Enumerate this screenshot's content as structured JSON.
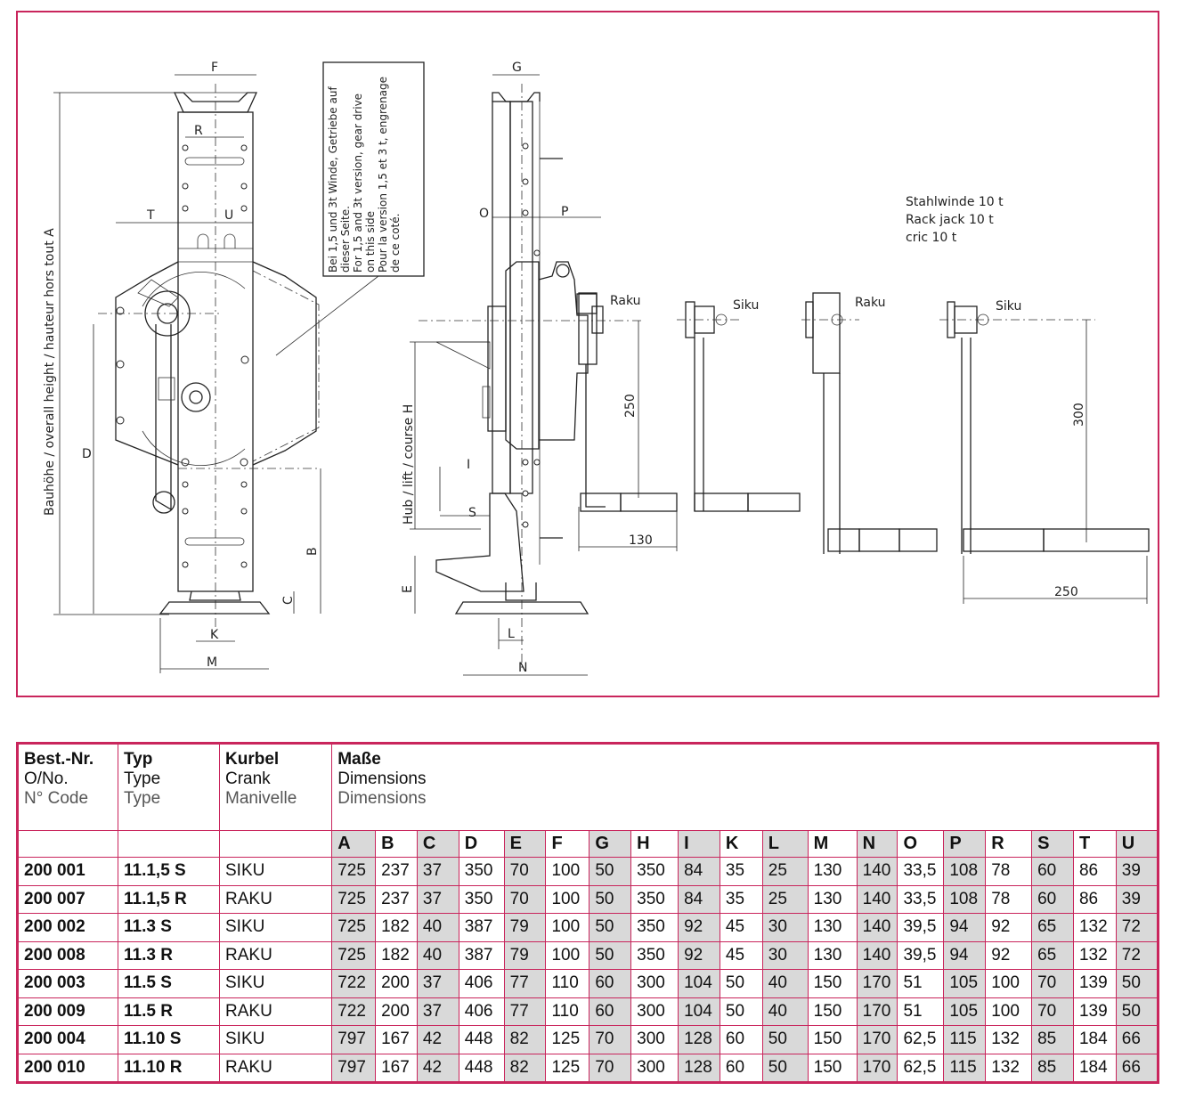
{
  "drawing": {
    "dimension_letters": {
      "A": "A",
      "B": "B",
      "C": "C",
      "D": "D",
      "E": "E",
      "F": "F",
      "G": "G",
      "H": "H",
      "I": "I",
      "K": "K",
      "L": "L",
      "M": "M",
      "N": "N",
      "O": "O",
      "P": "P",
      "R": "R",
      "S": "S",
      "T": "T",
      "U": "U"
    },
    "overall_height_label": "Bauhöhe / overall height / hauteur hors tout A",
    "lift_label": "Hub / lift / course H",
    "note_lines": [
      "Bei 1,5 und 3t Winde, Getriebe auf",
      "dieser Seite.",
      "For 1,5 and 3t version, gear drive",
      "on this side",
      "Pour la version 1,5 et 3 t, engrenage",
      "de ce coté."
    ],
    "jack_name_lines": [
      "Stahlwinde 10 t",
      "Rack jack 10 t",
      "cric 10 t"
    ],
    "crank_labels": [
      "Raku",
      "Siku",
      "Raku",
      "Siku"
    ],
    "dims": {
      "d250a": "250",
      "d130": "130",
      "d300": "300",
      "d250b": "250"
    }
  },
  "table": {
    "headers": {
      "order_no": [
        "Best.-Nr.",
        "O/No.",
        "N° Code"
      ],
      "type": [
        "Typ",
        "Type",
        "Type"
      ],
      "crank": [
        "Kurbel",
        "Crank",
        "Manivelle"
      ],
      "dimensions": [
        "Maße",
        "Dimensions",
        "Dimensions"
      ]
    },
    "dimension_columns": [
      "A",
      "B",
      "C",
      "D",
      "E",
      "F",
      "G",
      "H",
      "I",
      "K",
      "L",
      "M",
      "N",
      "O",
      "P",
      "R",
      "S",
      "T",
      "U"
    ],
    "rows": [
      {
        "order_no": "200 001",
        "type": "11.1,5 S",
        "crank": "SIKU",
        "values": [
          "725",
          "237",
          "37",
          "350",
          "70",
          "100",
          "50",
          "350",
          "84",
          "35",
          "25",
          "130",
          "140",
          "33,5",
          "108",
          "78",
          "60",
          "86",
          "39"
        ]
      },
      {
        "order_no": "200 007",
        "type": "11.1,5 R",
        "crank": "RAKU",
        "values": [
          "725",
          "237",
          "37",
          "350",
          "70",
          "100",
          "50",
          "350",
          "84",
          "35",
          "25",
          "130",
          "140",
          "33,5",
          "108",
          "78",
          "60",
          "86",
          "39"
        ]
      },
      {
        "order_no": "200 002",
        "type": "11.3 S",
        "crank": "SIKU",
        "values": [
          "725",
          "182",
          "40",
          "387",
          "79",
          "100",
          "50",
          "350",
          "92",
          "45",
          "30",
          "130",
          "140",
          "39,5",
          "94",
          "92",
          "65",
          "132",
          "72"
        ]
      },
      {
        "order_no": "200 008",
        "type": "11.3 R",
        "crank": "RAKU",
        "values": [
          "725",
          "182",
          "40",
          "387",
          "79",
          "100",
          "50",
          "350",
          "92",
          "45",
          "30",
          "130",
          "140",
          "39,5",
          "94",
          "92",
          "65",
          "132",
          "72"
        ]
      },
      {
        "order_no": "200 003",
        "type": "11.5 S",
        "crank": "SIKU",
        "values": [
          "722",
          "200",
          "37",
          "406",
          "77",
          "110",
          "60",
          "300",
          "104",
          "50",
          "40",
          "150",
          "170",
          "51",
          "105",
          "100",
          "70",
          "139",
          "50"
        ]
      },
      {
        "order_no": "200 009",
        "type": "11.5 R",
        "crank": "RAKU",
        "values": [
          "722",
          "200",
          "37",
          "406",
          "77",
          "110",
          "60",
          "300",
          "104",
          "50",
          "40",
          "150",
          "170",
          "51",
          "105",
          "100",
          "70",
          "139",
          "50"
        ]
      },
      {
        "order_no": "200 004",
        "type": "11.10 S",
        "crank": "SIKU",
        "values": [
          "797",
          "167",
          "42",
          "448",
          "82",
          "125",
          "70",
          "300",
          "128",
          "60",
          "50",
          "150",
          "170",
          "62,5",
          "115",
          "132",
          "85",
          "184",
          "66"
        ]
      },
      {
        "order_no": "200 010",
        "type": "11.10 R",
        "crank": "RAKU",
        "values": [
          "797",
          "167",
          "42",
          "448",
          "82",
          "125",
          "70",
          "300",
          "128",
          "60",
          "50",
          "150",
          "170",
          "62,5",
          "115",
          "132",
          "85",
          "184",
          "66"
        ]
      }
    ]
  }
}
